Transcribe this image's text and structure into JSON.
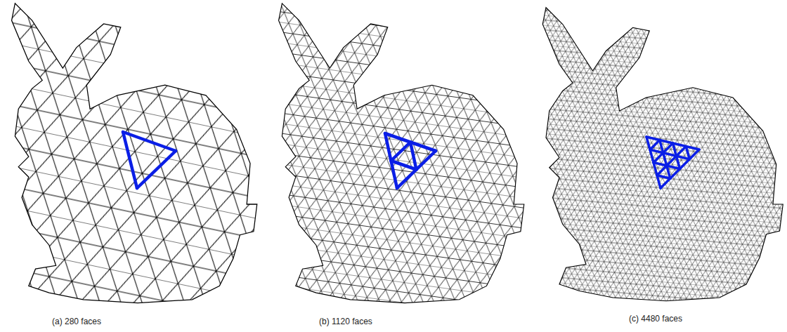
{
  "diagram": {
    "labels": [
      "(a) 280 faces",
      "(b) 1120 faces",
      "(c) 4480 faces"
    ]
  }
}
